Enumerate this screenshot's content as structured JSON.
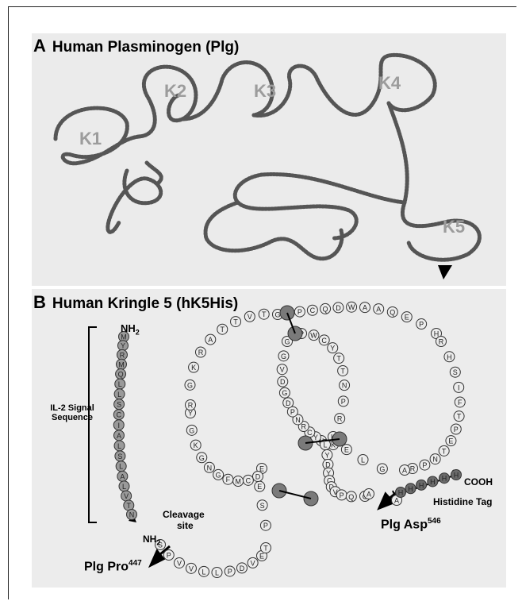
{
  "panel_a": {
    "letter": "A",
    "title": "Human Plasminogen (Plg)",
    "kringles": [
      "K1",
      "K2",
      "K3",
      "K4",
      "K5"
    ]
  },
  "panel_b": {
    "letter": "B",
    "title": "Human Kringle 5 (hK5His)",
    "nh2_top": "NH",
    "nh2_top_sub": "2",
    "nh2_mid": "NH",
    "nh2_mid_sub": "2",
    "cooh": "COOH",
    "signal_label_line1": "IL-2 Signal",
    "signal_label_line2": "Sequence",
    "cleavage_line1": "Cleavage",
    "cleavage_line2": "site",
    "histidine_tag": "Histidine Tag",
    "plg_pro": "Plg Pro",
    "plg_pro_sup": "447",
    "plg_asp": "Plg Asp",
    "plg_asp_sup": "546",
    "signal_seq": "MYRMQLLSCIALSLALVTN",
    "main_seq_label": "SPVVLLPDVETPSEEDCMFGNGKGYRGKRATTVTGTPCQDWAAQEPHRHSIFTPETNPRAGLEKNYCRNPDGDVGGPWCYTTNPRKLYDYCDVPQCAAPSFDCGKPQV",
    "his_tag_seq": "HHHHHH"
  }
}
